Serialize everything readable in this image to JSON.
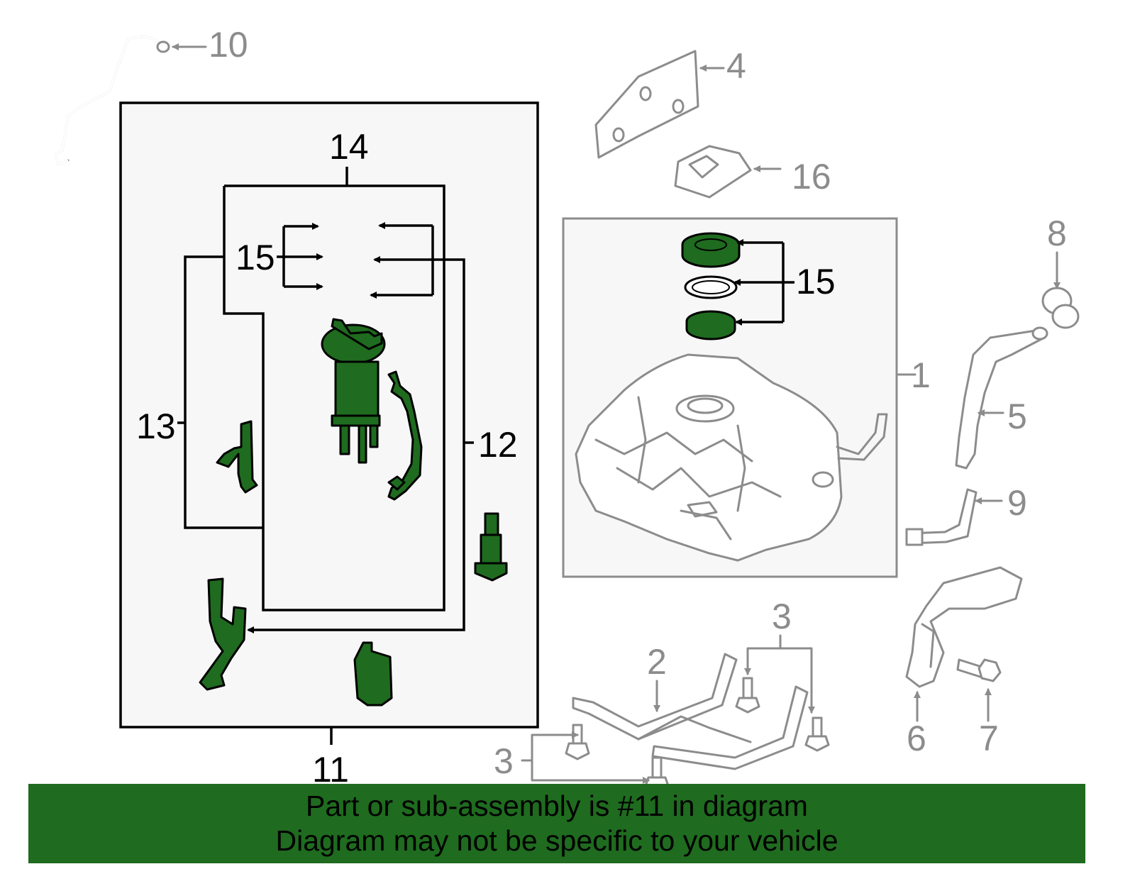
{
  "labels": {
    "n1": "1",
    "n2": "2",
    "n3a": "3",
    "n3b": "3",
    "n4": "4",
    "n5": "5",
    "n6": "6",
    "n7": "7",
    "n8": "8",
    "n9": "9",
    "n10": "10",
    "n11": "11",
    "n12": "12",
    "n13": "13",
    "n14": "14",
    "n15a": "15",
    "n15b": "15",
    "n16": "16"
  },
  "banner": {
    "line1": "Part or sub-assembly is #11 in diagram",
    "line2": "Diagram may not be specific to your vehicle",
    "color": "#1f6b1f"
  },
  "colors": {
    "highlight_part": "#1f6b1f",
    "other_parts": "#8c8c8c",
    "assembly_box": "#f7f7f7"
  }
}
